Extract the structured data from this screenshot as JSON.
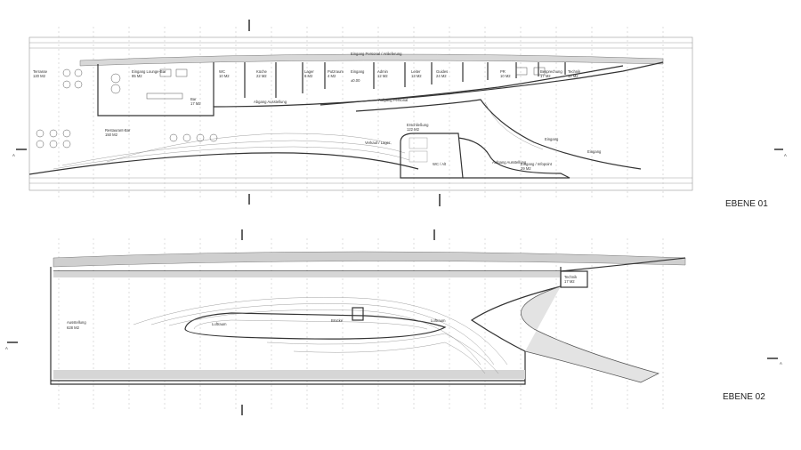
{
  "ebene01": {
    "title": "EBENE 01",
    "rooms": [
      {
        "name": "Terrasse",
        "area": "120 M2"
      },
      {
        "name": "Eingang Lounge-Bar",
        "area": "85 M2"
      },
      {
        "name": "WC",
        "area": "10 M2"
      },
      {
        "name": "Küche",
        "area": "22 M2"
      },
      {
        "name": "Lager",
        "area": "8 M2"
      },
      {
        "name": "Putzraum",
        "area": "4 M2"
      },
      {
        "name": "Eingang",
        "area": "±0.00"
      },
      {
        "name": "Admin",
        "area": "12 M2"
      },
      {
        "name": "Leiter",
        "area": "13 M2"
      },
      {
        "name": "Guides",
        "area": "24 M2"
      },
      {
        "name": "PR",
        "area": "10 M2"
      },
      {
        "name": "Besprechung",
        "area": "17 M2"
      },
      {
        "name": "Technik",
        "area": "12 M2"
      },
      {
        "name": "Bar",
        "area": "17 M2"
      },
      {
        "name": "Restaurant-Bar",
        "area": "150 M2"
      },
      {
        "name": "Abgang Ausstellung",
        "area": ""
      },
      {
        "name": "Aufgang Personal",
        "area": ""
      },
      {
        "name": "Erschließung",
        "area": "122 M2"
      },
      {
        "name": "Verkauf / Lager",
        "area": ""
      },
      {
        "name": "Eingang / Infopoint",
        "area": "29 M2"
      },
      {
        "name": "WC / Alt",
        "area": ""
      },
      {
        "name": "Aufgang Ausstellung",
        "area": ""
      }
    ],
    "labels": {
      "personal": "Eingang Personal / Anlieferung",
      "eingang1": "Eingang",
      "eingang2": "Eingang",
      "section": "A"
    }
  },
  "ebene02": {
    "title": "EBENE 02",
    "labels": {
      "technik": "Technik",
      "technik_area": "17 M2",
      "ausstellung": "Ausstellung",
      "ausstellung_area": "628 M2",
      "luftraum1": "Luftraum",
      "luftraum2": "Luftraum",
      "bruecke": "Brücke",
      "section": "A"
    }
  }
}
